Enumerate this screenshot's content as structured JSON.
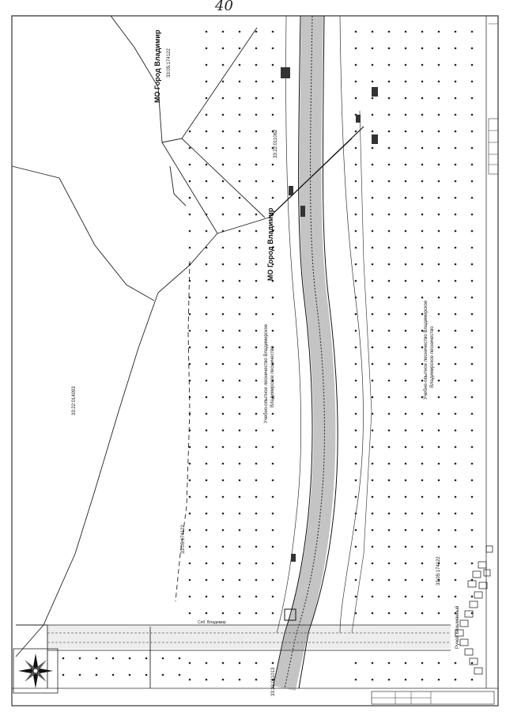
{
  "page_number": "40",
  "labels": {
    "mo_top": "МО Город Владимир",
    "mo_mid": "МО Город Владимир",
    "cad_top": "33:05:174122",
    "cad_left": "33:22:014093",
    "cad_mid": "33:05:174122",
    "cad_right": "33:05:174122",
    "cad_bottom": "33:22:011013",
    "cad_road": "33:22:011062",
    "forest_left_1": "Учебно-опытное лесничество Владимирское",
    "forest_left_2": "Владимирское лесничество",
    "forest_right_1": "Учебно-опытное лесничество Владимирское",
    "forest_right_2": "Владимирское лесничество",
    "river": "Ручей Безымянный",
    "place_left": "Спб. Владимир"
  },
  "icons": [
    "north-arrow-icon"
  ]
}
